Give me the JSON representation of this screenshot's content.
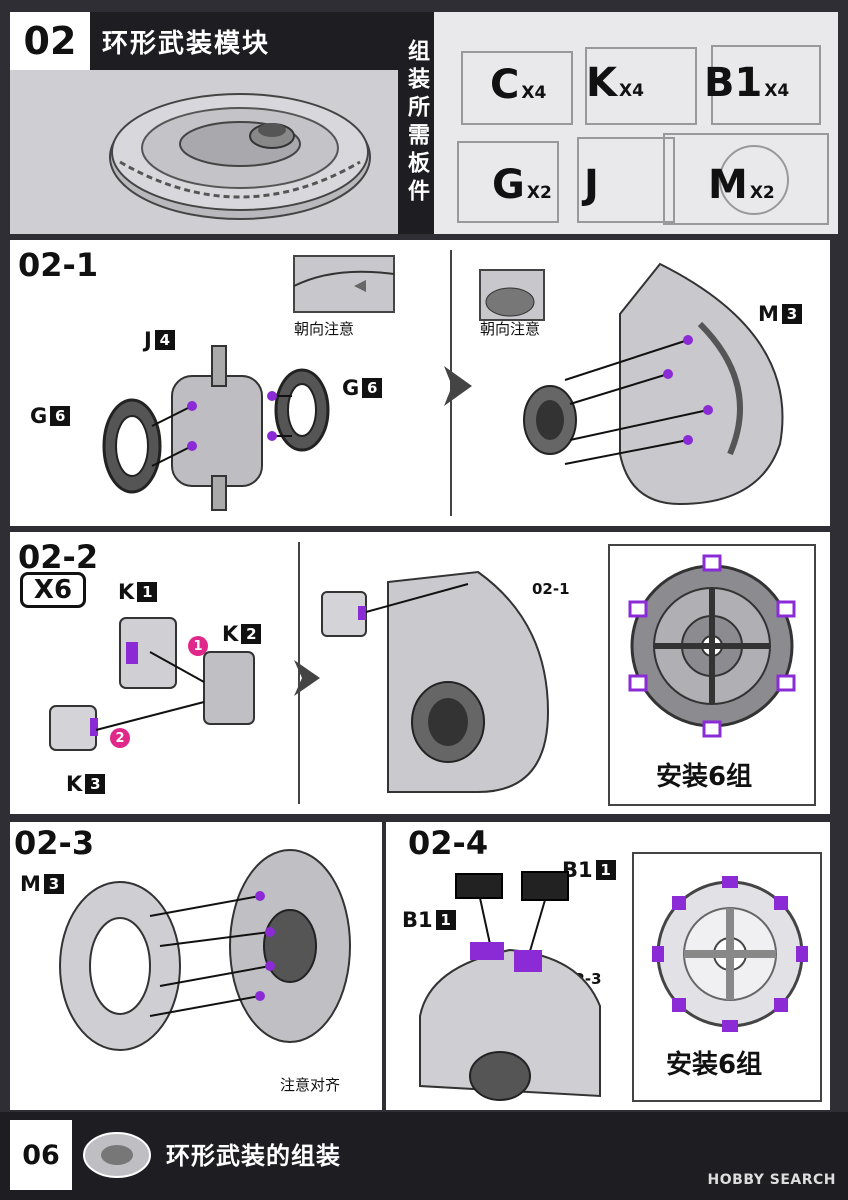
{
  "header": {
    "number": "02",
    "title": "环形武装模块",
    "parts_label": "组装所需板件",
    "parts": [
      {
        "letter": "C",
        "count": "X4"
      },
      {
        "letter": "K",
        "count": "X4"
      },
      {
        "letter": "B1",
        "count": "X4"
      },
      {
        "letter": "G",
        "count": "X2"
      },
      {
        "letter": "J",
        "count": ""
      },
      {
        "letter": "M",
        "count": "X2"
      }
    ]
  },
  "step1": {
    "id": "02-1",
    "part_J": "J",
    "part_J_num": "4",
    "part_G_left": "G",
    "part_G_left_num": "6",
    "part_G_right": "G",
    "part_G_right_num": "6",
    "part_M": "M",
    "part_M_num": "3",
    "note_orient_1": "朝向注意",
    "note_orient_2": "朝向注意"
  },
  "step2": {
    "id": "02-2",
    "multiplier": "X6",
    "k1": "K",
    "k1_num": "1",
    "k2": "K",
    "k2_num": "2",
    "k3": "K",
    "k3_num": "3",
    "order_1": "1",
    "order_2": "2",
    "ref": "02-1",
    "install": "安装6组"
  },
  "step3": {
    "id": "02-3",
    "part_M": "M",
    "part_M_num": "3",
    "note_align": "注意对齐"
  },
  "step4": {
    "id": "02-4",
    "b1_a": "B1",
    "b1_a_num": "1",
    "b1_b": "B1",
    "b1_b_num": "1",
    "ref": "02-3",
    "install": "安装6组"
  },
  "footer": {
    "page": "06",
    "title": "环形武装的组装",
    "watermark": "HOBBY SEARCH"
  },
  "colors": {
    "accent_purple": "#8a2bd6",
    "dark_bar": "#1d1d22",
    "page_bg": "#2e2e34",
    "gray_panel": "#cfcfd3"
  },
  "icons": [
    "ring-part-icon",
    "arrow-right-icon",
    "chevron-right-icon"
  ]
}
